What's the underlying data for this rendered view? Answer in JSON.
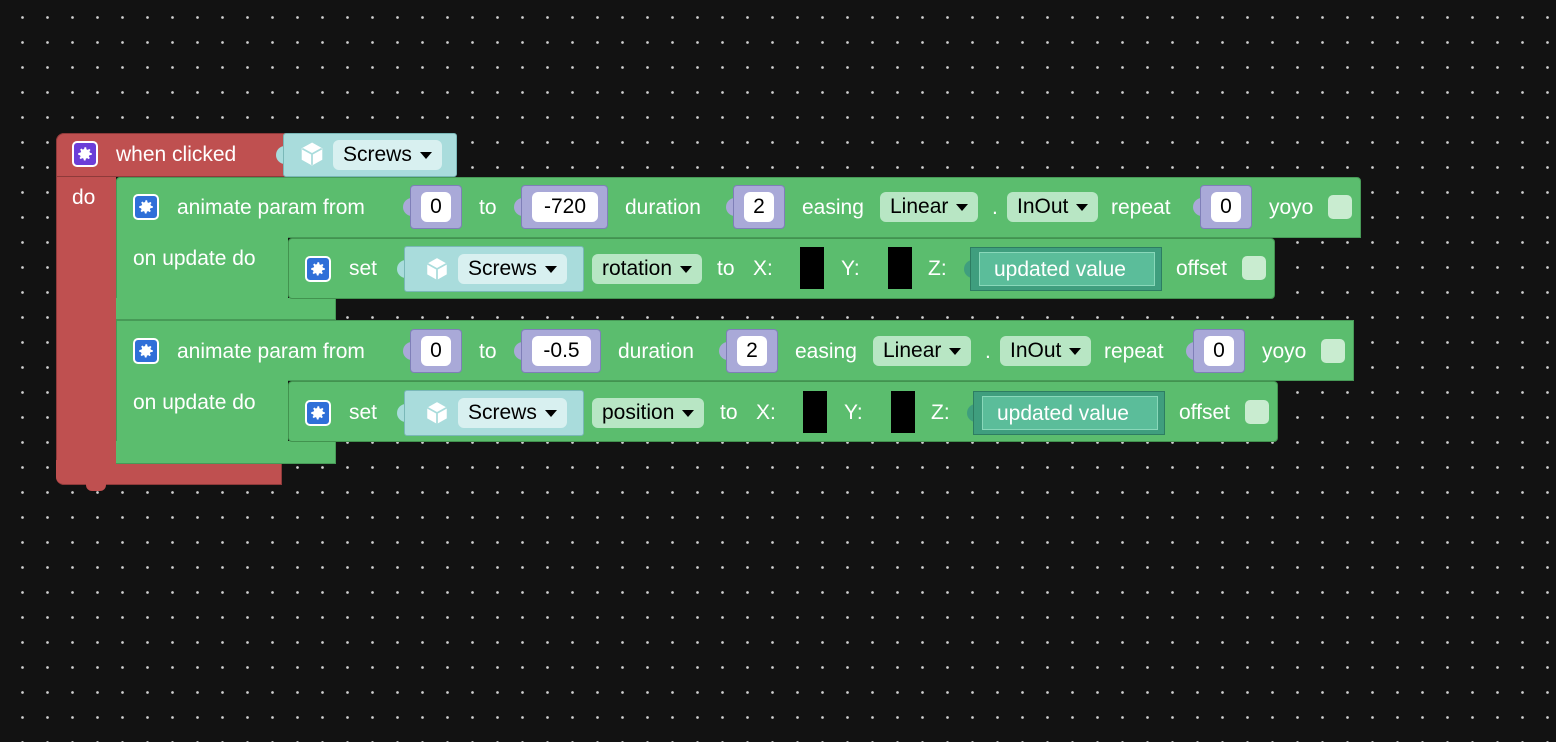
{
  "event_block": {
    "header": "when clicked",
    "do_label": "do",
    "object": "Screws"
  },
  "animations": [
    {
      "label_animate": "animate param from",
      "from": "0",
      "to_label": "to",
      "to": "-720",
      "duration_label": "duration",
      "duration": "2",
      "easing_label": "easing",
      "easing": "Linear",
      "dot": ".",
      "mode": "InOut",
      "repeat_label": "repeat",
      "repeat": "0",
      "yoyo_label": "yoyo",
      "on_update_label": "on update do",
      "set": {
        "label": "set",
        "object": "Screws",
        "property": "rotation",
        "to_label": "to",
        "x_label": "X:",
        "y_label": "Y:",
        "z_label": "Z:",
        "z_value": "updated value",
        "offset_label": "offset"
      }
    },
    {
      "label_animate": "animate param from",
      "from": "0",
      "to_label": "to",
      "to": "-0.5",
      "duration_label": "duration",
      "duration": "2",
      "easing_label": "easing",
      "easing": "Linear",
      "dot": ".",
      "mode": "InOut",
      "repeat_label": "repeat",
      "repeat": "0",
      "yoyo_label": "yoyo",
      "on_update_label": "on update do",
      "set": {
        "label": "set",
        "object": "Screws",
        "property": "position",
        "to_label": "to",
        "x_label": "X:",
        "y_label": "Y:",
        "z_label": "Z:",
        "z_value": "updated value",
        "offset_label": "offset"
      }
    }
  ],
  "colors": {
    "event": "#bf5050",
    "action": "#5bbd6e",
    "object": "#a9dcdc",
    "number": "#a9a9d8",
    "updated_value": "#5bbd9a",
    "gear_event": "#6b3ed8",
    "gear_action": "#2f6fd8"
  },
  "icons": [
    "gear-icon",
    "cube-icon",
    "chevron-down-icon"
  ]
}
